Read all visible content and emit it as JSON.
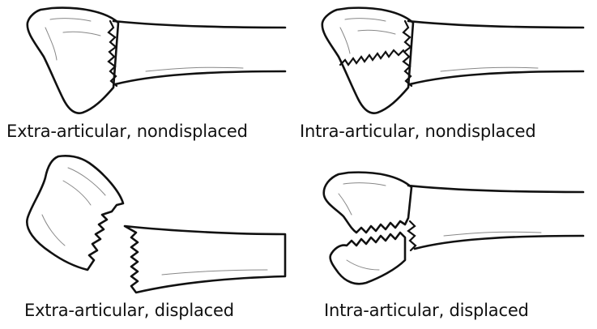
{
  "figure": {
    "panels": [
      {
        "id": "extra-nondisplaced",
        "caption": "Extra-articular, nondisplaced"
      },
      {
        "id": "intra-nondisplaced",
        "caption": "Intra-articular, nondisplaced"
      },
      {
        "id": "extra-displaced",
        "caption": "Extra-articular, displaced"
      },
      {
        "id": "intra-displaced",
        "caption": "Intra-articular, displaced"
      }
    ]
  }
}
